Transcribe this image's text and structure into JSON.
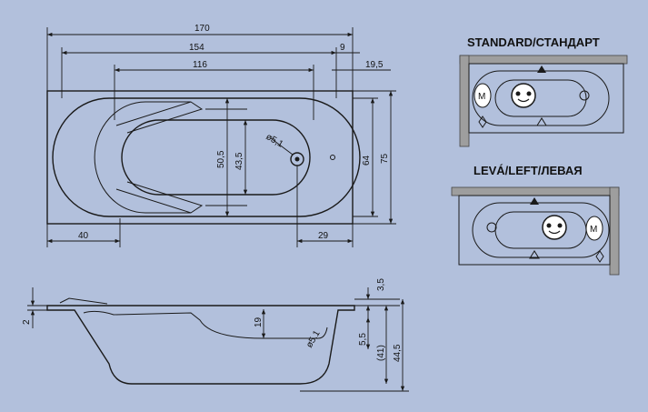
{
  "top_view": {
    "dims": {
      "overall_length": "170",
      "inner_length": "154",
      "end_offset": "9",
      "drain_offset": "19,5",
      "bottom_length": "116",
      "inner_width": "50,5",
      "bottom_width": "43,5",
      "drain_diameter": "ø5,1",
      "inner_width_total": "64",
      "overall_width": "75",
      "left_offset": "40",
      "right_offset": "29"
    }
  },
  "side_view": {
    "dims": {
      "rim": "2",
      "depth_step": "19",
      "overflow_diameter": "ø5,1",
      "top_rim": "3,5",
      "overflow_height": "5,5",
      "inner_depth": "(41)",
      "total_height": "44,5"
    }
  },
  "variants": [
    {
      "title": "STANDARD/СТАНДАРТ",
      "marker": "M"
    },
    {
      "title": "LEVÁ/LEFT/ЛЕВАЯ",
      "marker": "M"
    }
  ]
}
